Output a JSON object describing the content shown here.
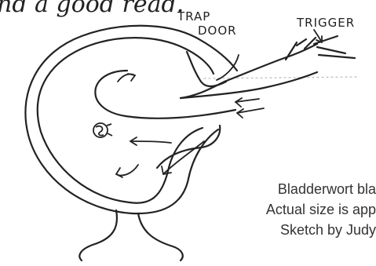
{
  "page_text": {
    "top_line": "nd a good read."
  },
  "diagram": {
    "labels": {
      "trap_door_line1": "TRAP",
      "trap_door_line2": "DOOR",
      "trigger": "TRIGGER"
    }
  },
  "caption": {
    "line1": "Bladderwort bla",
    "line2": "Actual size is app",
    "line3": "Sketch by Judy"
  }
}
